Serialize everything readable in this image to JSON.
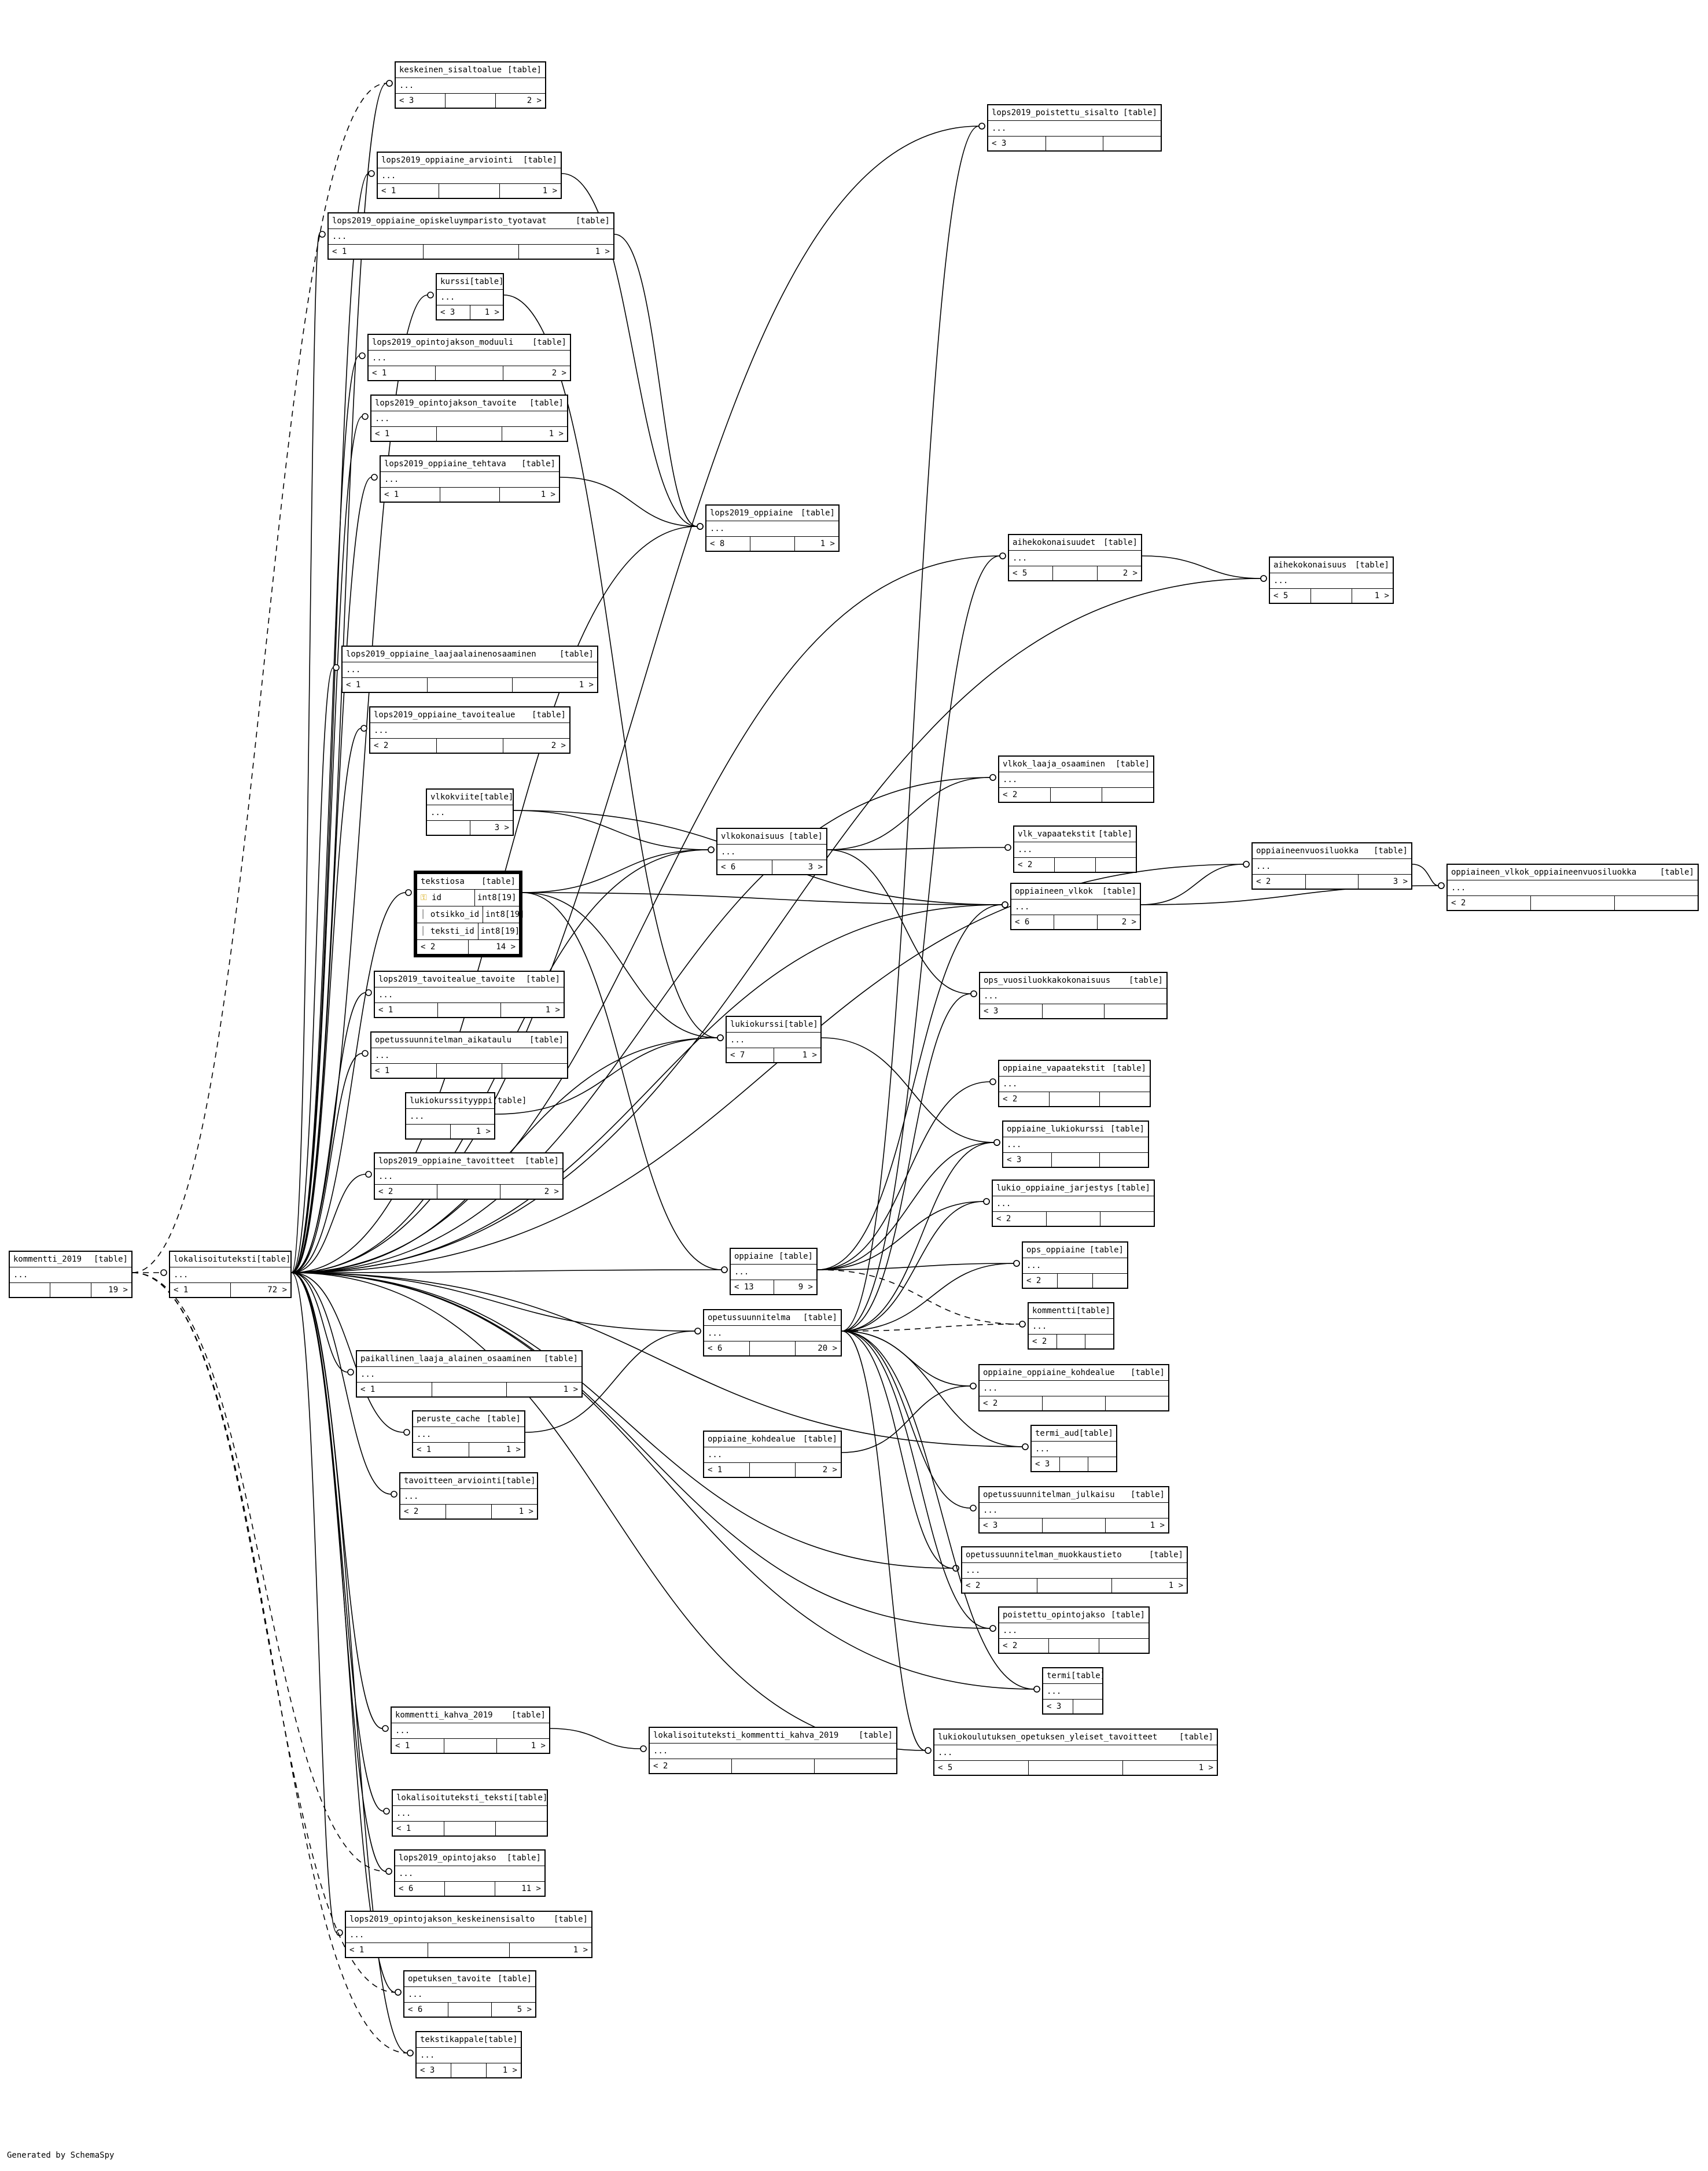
{
  "footer": "Generated by SchemaSpy",
  "focus_table": {
    "name": "tekstiosa",
    "tag": "[table]",
    "columns": [
      {
        "name": "id",
        "type": "int8[19]",
        "icon": "primary-key-icon"
      },
      {
        "name": "otsikko_id",
        "type": "int8[19]",
        "icon": "foreign-key-icon"
      },
      {
        "name": "teksti_id",
        "type": "int8[19]",
        "icon": "foreign-key-icon"
      }
    ],
    "footer": [
      "< 2",
      "14 >"
    ]
  },
  "tables": [
    {
      "name": "keskeinen_sisaltoalue",
      "tag": "[table]",
      "row": "...",
      "footer": [
        "< 3",
        "",
        "2 >"
      ]
    },
    {
      "name": "lops2019_poistettu_sisalto",
      "tag": "[table]",
      "row": "...",
      "footer": [
        "< 3",
        "",
        ""
      ]
    },
    {
      "name": "lops2019_oppiaine_arviointi",
      "tag": "[table]",
      "row": "...",
      "footer": [
        "< 1",
        "",
        "1 >"
      ]
    },
    {
      "name": "lops2019_oppiaine_opiskeluymparisto_tyotavat",
      "tag": "[table]",
      "row": "...",
      "footer": [
        "< 1",
        "",
        "1 >"
      ]
    },
    {
      "name": "kurssi",
      "tag": "[table]",
      "row": "...",
      "footer": [
        "< 3",
        "1 >"
      ]
    },
    {
      "name": "lops2019_opintojakson_moduuli",
      "tag": "[table]",
      "row": "...",
      "footer": [
        "< 1",
        "",
        "2 >"
      ]
    },
    {
      "name": "lops2019_opintojakson_tavoite",
      "tag": "[table]",
      "row": "...",
      "footer": [
        "< 1",
        "",
        "1 >"
      ]
    },
    {
      "name": "lops2019_oppiaine_tehtava",
      "tag": "[table]",
      "row": "...",
      "footer": [
        "< 1",
        "",
        "1 >"
      ]
    },
    {
      "name": "lops2019_oppiaine",
      "tag": "[table]",
      "row": "...",
      "footer": [
        "< 8",
        "",
        "1 >"
      ]
    },
    {
      "name": "aihekokonaisuudet",
      "tag": "[table]",
      "row": "...",
      "footer": [
        "< 5",
        "",
        "2 >"
      ]
    },
    {
      "name": "aihekokonaisuus",
      "tag": "[table]",
      "row": "...",
      "footer": [
        "< 5",
        "",
        "1 >"
      ]
    },
    {
      "name": "lops2019_oppiaine_laajaalainenosaaminen",
      "tag": "[table]",
      "row": "...",
      "footer": [
        "< 1",
        "",
        "1 >"
      ]
    },
    {
      "name": "lops2019_oppiaine_tavoitealue",
      "tag": "[table]",
      "row": "...",
      "footer": [
        "< 2",
        "",
        "2 >"
      ]
    },
    {
      "name": "vlkok_laaja_osaaminen",
      "tag": "[table]",
      "row": "...",
      "footer": [
        "< 2",
        "",
        ""
      ]
    },
    {
      "name": "vlkokviite",
      "tag": "[table]",
      "row": "...",
      "footer": [
        "",
        "3 >"
      ]
    },
    {
      "name": "vlkokonaisuus",
      "tag": "[table]",
      "row": "...",
      "footer": [
        "< 6",
        "3 >"
      ]
    },
    {
      "name": "vlk_vapaatekstit",
      "tag": "[table]",
      "row": "...",
      "footer": [
        "< 2",
        "",
        ""
      ]
    },
    {
      "name": "oppiaineenvuosiluokka",
      "tag": "[table]",
      "row": "...",
      "footer": [
        "< 2",
        "",
        "3 >"
      ]
    },
    {
      "name": "oppiaineen_vlkok_oppiaineenvuosiluokka",
      "tag": "[table]",
      "row": "...",
      "footer": [
        "< 2",
        "",
        ""
      ]
    },
    {
      "name": "oppiaineen_vlkok",
      "tag": "[table]",
      "row": "...",
      "footer": [
        "< 6",
        "",
        "2 >"
      ]
    },
    {
      "name": "lops2019_tavoitealue_tavoite",
      "tag": "[table]",
      "row": "...",
      "footer": [
        "< 1",
        "",
        "1 >"
      ]
    },
    {
      "name": "ops_vuosiluokkakokonaisuus",
      "tag": "[table]",
      "row": "...",
      "footer": [
        "< 3",
        "",
        ""
      ]
    },
    {
      "name": "opetussuunnitelman_aikataulu",
      "tag": "[table]",
      "row": "...",
      "footer": [
        "< 1",
        "",
        ""
      ]
    },
    {
      "name": "lukiokurssi",
      "tag": "[table]",
      "row": "...",
      "footer": [
        "< 7",
        "1 >"
      ]
    },
    {
      "name": "oppiaine_vapaatekstit",
      "tag": "[table]",
      "row": "...",
      "footer": [
        "< 2",
        "",
        ""
      ]
    },
    {
      "name": "lukiokurssityyppi",
      "tag": "[table]",
      "row": "...",
      "footer": [
        "",
        "1 >"
      ]
    },
    {
      "name": "oppiaine_lukiokurssi",
      "tag": "[table]",
      "row": "...",
      "footer": [
        "< 3",
        "",
        ""
      ]
    },
    {
      "name": "lops2019_oppiaine_tavoitteet",
      "tag": "[table]",
      "row": "...",
      "footer": [
        "< 2",
        "",
        "2 >"
      ]
    },
    {
      "name": "lukio_oppiaine_jarjestys",
      "tag": "[table]",
      "row": "...",
      "footer": [
        "< 2",
        "",
        ""
      ]
    },
    {
      "name": "kommentti_2019",
      "tag": "[table]",
      "row": "...",
      "footer": [
        "",
        "",
        "19 >"
      ]
    },
    {
      "name": "lokalisoituteksti",
      "tag": "[table]",
      "row": "...",
      "footer": [
        "< 1",
        "72 >"
      ]
    },
    {
      "name": "oppiaine",
      "tag": "[table]",
      "row": "...",
      "footer": [
        "< 13",
        "9 >"
      ]
    },
    {
      "name": "ops_oppiaine",
      "tag": "[table]",
      "row": "...",
      "footer": [
        "< 2",
        "",
        ""
      ]
    },
    {
      "name": "kommentti",
      "tag": "[table]",
      "row": "...",
      "footer": [
        "< 2",
        "",
        ""
      ]
    },
    {
      "name": "opetussuunnitelma",
      "tag": "[table]",
      "row": "...",
      "footer": [
        "< 6",
        "",
        "20 >"
      ]
    },
    {
      "name": "paikallinen_laaja_alainen_osaaminen",
      "tag": "[table]",
      "row": "...",
      "footer": [
        "< 1",
        "",
        "1 >"
      ]
    },
    {
      "name": "oppiaine_oppiaine_kohdealue",
      "tag": "[table]",
      "row": "...",
      "footer": [
        "< 2",
        "",
        ""
      ]
    },
    {
      "name": "peruste_cache",
      "tag": "[table]",
      "row": "...",
      "footer": [
        "< 1",
        "1 >"
      ]
    },
    {
      "name": "termi_aud",
      "tag": "[table]",
      "row": "...",
      "footer": [
        "< 3",
        "",
        ""
      ]
    },
    {
      "name": "oppiaine_kohdealue",
      "tag": "[table]",
      "row": "...",
      "footer": [
        "< 1",
        "",
        "2 >"
      ]
    },
    {
      "name": "tavoitteen_arviointi",
      "tag": "[table]",
      "row": "...",
      "footer": [
        "< 2",
        "",
        "1 >"
      ]
    },
    {
      "name": "opetussuunnitelman_julkaisu",
      "tag": "[table]",
      "row": "...",
      "footer": [
        "< 3",
        "",
        "1 >"
      ]
    },
    {
      "name": "opetussuunnitelman_muokkaustieto",
      "tag": "[table]",
      "row": "...",
      "footer": [
        "< 2",
        "",
        "1 >"
      ]
    },
    {
      "name": "poistettu_opintojakso",
      "tag": "[table]",
      "row": "...",
      "footer": [
        "< 2",
        "",
        ""
      ]
    },
    {
      "name": "termi",
      "tag": "[table]",
      "row": "...",
      "footer": [
        "< 3",
        ""
      ]
    },
    {
      "name": "kommentti_kahva_2019",
      "tag": "[table]",
      "row": "...",
      "footer": [
        "< 1",
        "",
        "1 >"
      ]
    },
    {
      "name": "lokalisoituteksti_kommentti_kahva_2019",
      "tag": "[table]",
      "row": "...",
      "footer": [
        "< 2",
        "",
        ""
      ]
    },
    {
      "name": "lukiokoulutuksen_opetuksen_yleiset_tavoitteet",
      "tag": "[table]",
      "row": "...",
      "footer": [
        "< 5",
        "",
        "1 >"
      ]
    },
    {
      "name": "lokalisoituteksti_teksti",
      "tag": "[table]",
      "row": "...",
      "footer": [
        "< 1",
        "",
        ""
      ]
    },
    {
      "name": "lops2019_opintojakso",
      "tag": "[table]",
      "row": "...",
      "footer": [
        "< 6",
        "",
        "11 >"
      ]
    },
    {
      "name": "lops2019_opintojakson_keskeinensisalto",
      "tag": "[table]",
      "row": "...",
      "footer": [
        "< 1",
        "",
        "1 >"
      ]
    },
    {
      "name": "opetuksen_tavoite",
      "tag": "[table]",
      "row": "...",
      "footer": [
        "< 6",
        "",
        "5 >"
      ]
    },
    {
      "name": "tekstikappale",
      "tag": "[table]",
      "row": "...",
      "footer": [
        "< 3",
        "",
        "1 >"
      ]
    }
  ]
}
